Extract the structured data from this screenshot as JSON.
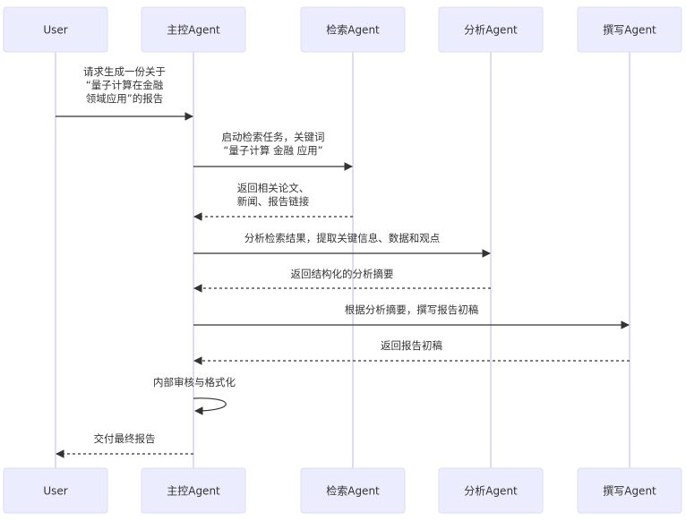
{
  "diagram": {
    "type": "sequence",
    "colors": {
      "actor_fill": "#ECECFF",
      "actor_border": "#dcdcf5",
      "lifeline": "#c8c3ef",
      "line": "#333333",
      "text": "#333333"
    },
    "actors": [
      {
        "id": "user",
        "label": "User"
      },
      {
        "id": "main",
        "label": "主控Agent"
      },
      {
        "id": "search",
        "label": "检索Agent"
      },
      {
        "id": "analysis",
        "label": "分析Agent"
      },
      {
        "id": "writer",
        "label": "撰写Agent"
      }
    ],
    "messages": [
      {
        "from": "user",
        "to": "main",
        "style": "solid",
        "lines": [
          "请求生成一份关于",
          "“量子计算在金融",
          "领域应用”的报告"
        ]
      },
      {
        "from": "main",
        "to": "search",
        "style": "solid",
        "lines": [
          "启动检索任务，关键词",
          "“量子计算 金融 应用”"
        ]
      },
      {
        "from": "search",
        "to": "main",
        "style": "dashed",
        "lines": [
          "返回相关论文、",
          "新闻、报告链接"
        ]
      },
      {
        "from": "main",
        "to": "analysis",
        "style": "solid",
        "lines": [
          "分析检索结果，提取关键信息、数据和观点"
        ]
      },
      {
        "from": "analysis",
        "to": "main",
        "style": "dashed",
        "lines": [
          "返回结构化的分析摘要"
        ]
      },
      {
        "from": "main",
        "to": "writer",
        "style": "solid",
        "lines": [
          "根据分析摘要，撰写报告初稿"
        ]
      },
      {
        "from": "writer",
        "to": "main",
        "style": "dashed",
        "lines": [
          "返回报告初稿"
        ]
      },
      {
        "from": "main",
        "to": "main",
        "style": "solid",
        "lines": [
          "内部审核与格式化"
        ]
      },
      {
        "from": "main",
        "to": "user",
        "style": "dashed",
        "lines": [
          "交付最终报告"
        ]
      }
    ]
  }
}
